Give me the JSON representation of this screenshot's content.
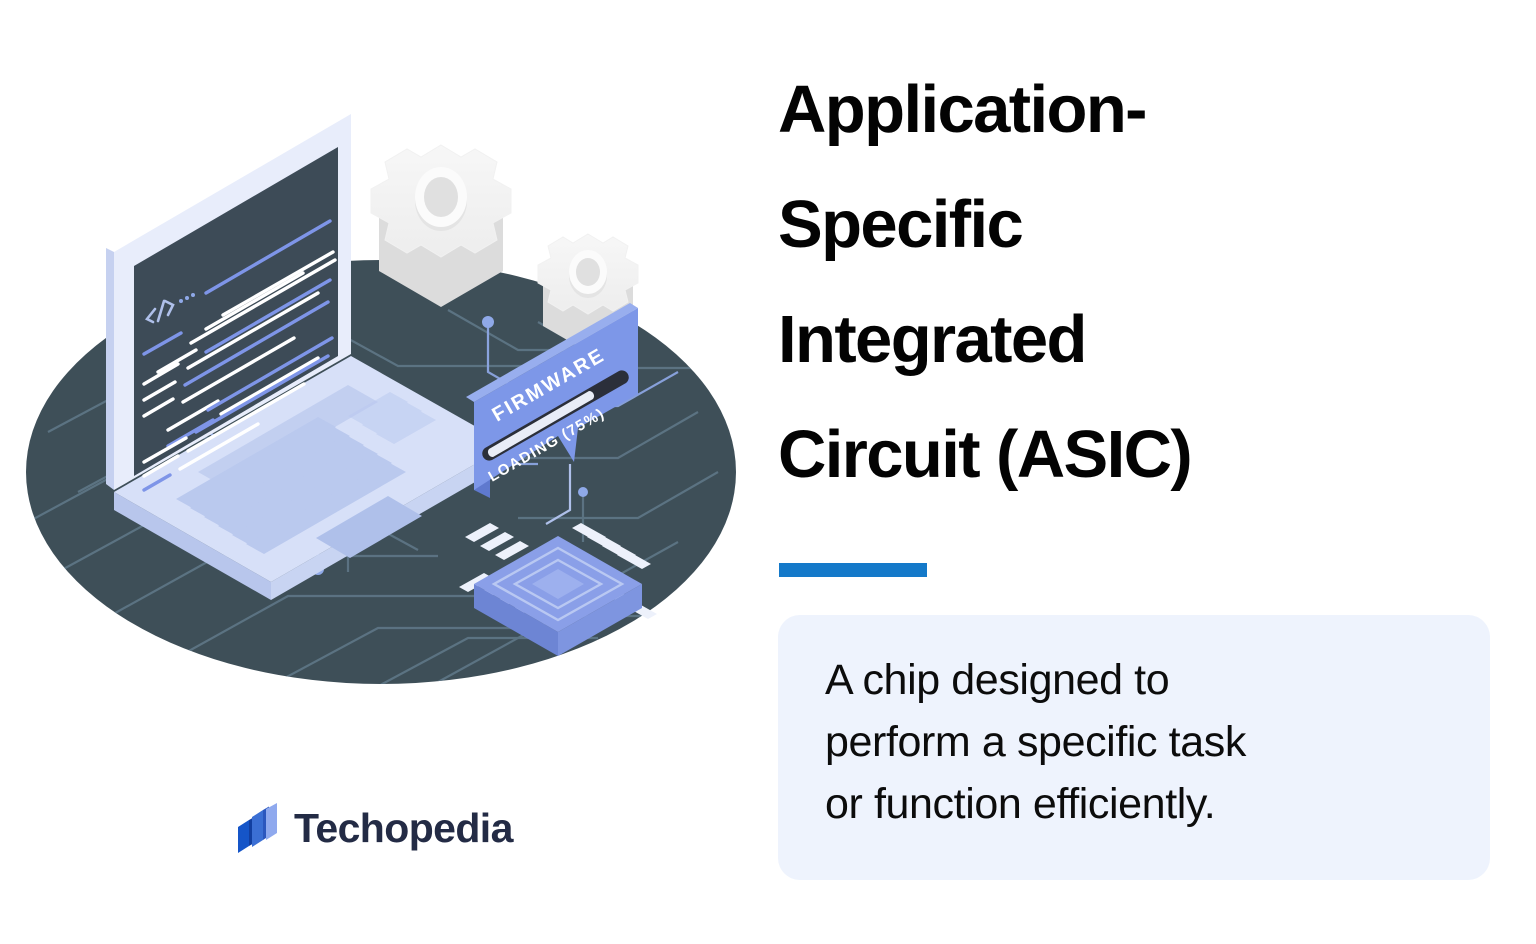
{
  "page": {
    "background_color": "#FFFFFF",
    "accent_color": "#1479C9",
    "card_background_color": "#EEF3FD",
    "brand_navy": "#232B45"
  },
  "title": {
    "full_text": "Application-Specific Integrated Circuit (ASIC)",
    "lines": [
      "Application-",
      "Specific",
      "Integrated",
      "Circuit (ASIC)"
    ]
  },
  "accent_bar": {
    "label": "accent-underline",
    "color": "#1479C9"
  },
  "description": {
    "full_text": "A chip designed to perform a specific task or function efficiently.",
    "lines": [
      "A chip designed to",
      "perform a specific task",
      "or function efficiently."
    ]
  },
  "logo": {
    "wordmark": "Techopedia",
    "mark_name": "techopedia-parallelogram-mark",
    "mark_colors": [
      "#1555C8",
      "#3B6FD4",
      "#8FA9EE"
    ]
  },
  "illustration": {
    "name": "isometric-firmware-chip-scene",
    "board": {
      "name": "circuit-board-ellipse",
      "fill": "#3E4F58",
      "trace_color": "#6E8796"
    },
    "laptop": {
      "name": "laptop-with-code",
      "body_color": "#E8EDFB",
      "screen_color": "#3D4B57",
      "code_icon": "</>",
      "code_line_colors": [
        "#FFFFFF",
        "#7E95E8"
      ]
    },
    "gears": {
      "name": "gears-pair",
      "count": 2,
      "color": "#F1F1F1"
    },
    "firmware_card": {
      "name": "firmware-loading-card",
      "title": "FIRMWARE",
      "status": "LOADING (75%)",
      "progress_percent": 75,
      "card_color": "#7D97E8",
      "bar_track_color": "#2B2F3A",
      "bar_fill_color": "#E9EDF7"
    },
    "chip": {
      "name": "asic-microchip",
      "body_color": "#8A9FE8",
      "pin_color": "#EDF1FB"
    }
  }
}
